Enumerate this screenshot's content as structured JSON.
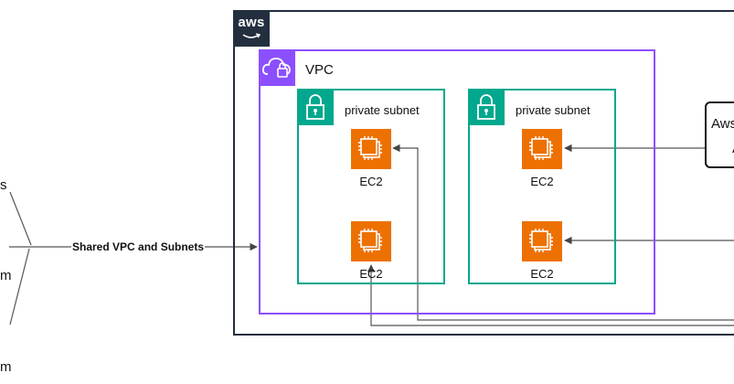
{
  "provider": {
    "logo_text": "aws"
  },
  "vpc": {
    "label": "VPC"
  },
  "subnets": [
    {
      "label": "private subnet"
    },
    {
      "label": "private subnet"
    }
  ],
  "instances": [
    {
      "label": "EC2"
    },
    {
      "label": "EC2"
    },
    {
      "label": "EC2"
    },
    {
      "label": "EC2"
    }
  ],
  "right_box": {
    "line1": "Aws",
    "line2": "A"
  },
  "left_fragments": [
    "s",
    "m",
    "m"
  ],
  "connections": {
    "shared_label": "Shared VPC and Subnets"
  },
  "colors": {
    "aws_dark": "#232f3e",
    "vpc": "#8c4fff",
    "subnet": "#01a88d",
    "ec2": "#ed7100",
    "line": "#555555"
  },
  "icons": [
    "aws-logo",
    "vpc-cloud-icon",
    "lock-icon",
    "ec2-chip-icon"
  ]
}
